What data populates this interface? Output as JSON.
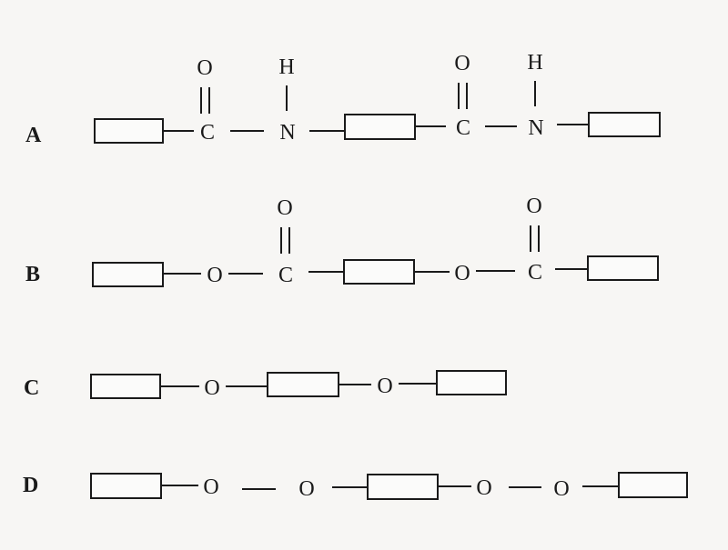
{
  "options": [
    {
      "label": "A",
      "atoms": {
        "carbonyl_o_1": "O",
        "carbon_1": "C",
        "amide_h_1": "H",
        "nitrogen_1": "N",
        "carbonyl_o_2": "O",
        "carbon_2": "C",
        "amide_h_2": "H",
        "nitrogen_2": "N"
      }
    },
    {
      "label": "B",
      "atoms": {
        "ester_o_1": "O",
        "carbonyl_o_1": "O",
        "carbon_1": "C",
        "ester_o_2": "O",
        "carbonyl_o_2": "O",
        "carbon_2": "C"
      }
    },
    {
      "label": "C",
      "atoms": {
        "ether_o_1": "O",
        "ether_o_2": "O"
      }
    },
    {
      "label": "D",
      "atoms": {
        "peroxide_o_1": "O",
        "peroxide_o_2": "O",
        "peroxide_o_3": "O",
        "peroxide_o_4": "O"
      }
    }
  ]
}
